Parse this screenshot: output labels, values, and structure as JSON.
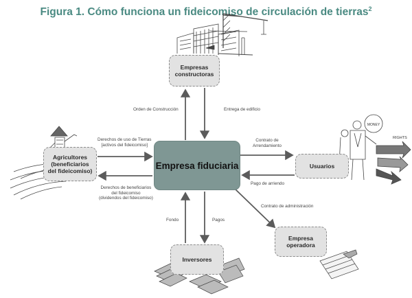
{
  "title": {
    "text": "Figura 1. Cómo funciona un fideicomiso de circulación de tierras",
    "sup": "2"
  },
  "nodes": {
    "constructoras": {
      "line1": "Empresas",
      "line2": "constructoras"
    },
    "fiduciaria": {
      "label": "Empresa fiduciaria"
    },
    "agricultores": {
      "line1": "Agricultores",
      "line2": "(beneficiarios",
      "line3": "del fideicomiso)"
    },
    "usuarios": {
      "label": "Usuarios"
    },
    "inversores": {
      "label": "Inversores"
    },
    "operadora": {
      "line1": "Empresa",
      "line2": "operadora"
    }
  },
  "edges": {
    "orden": "Orden de Construcción",
    "entrega": "Entrega de edificio",
    "derechos_uso_1": "Derechos de uso de Tierras",
    "derechos_uso_2": "[activos del fideicomiso]",
    "derechos_benef_1": "Derechos de beneficiarios",
    "derechos_benef_2": "del fideicomiso",
    "derechos_benef_3": "(dividendos del fideicomiso)",
    "contrato_arr_1": "Contrato de",
    "contrato_arr_2": "Arrendamiento",
    "pago_arriendo": "Pago de arriendo",
    "contrato_admin": "Contrato de administración",
    "fondo": "Fondo",
    "pagos": "Pagos"
  },
  "illustrations": {
    "rights_sign": "RIGHTS",
    "money_sign": "MONEY"
  },
  "colors": {
    "title": "#4a8a82",
    "center_fill": "#7f9794",
    "node_fill": "#e2e2e2",
    "arrow": "#5b5b5b"
  }
}
